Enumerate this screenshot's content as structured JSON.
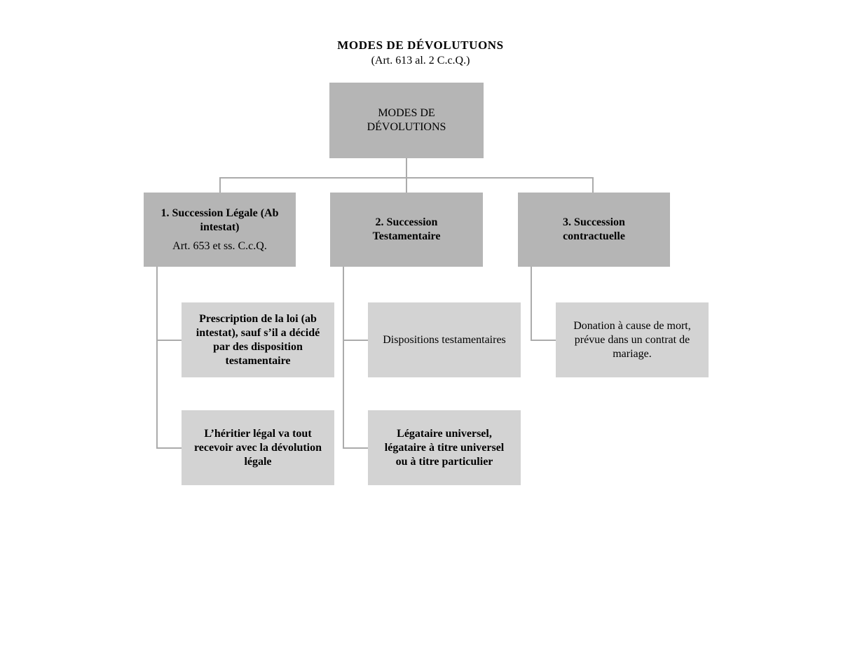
{
  "header": {
    "title": "MODES DE DÉVOLUTUONS",
    "subtitle": "(Art. 613 al. 2 C.c.Q.)"
  },
  "tree": {
    "root": {
      "label": "MODES DE\nDÉVOLUTIONS"
    },
    "branches": [
      {
        "title": "1. Succession Légale (Ab\nintestat)",
        "subtitle": "Art. 653 et ss. C.c.Q.",
        "children": [
          {
            "label": "Prescription de la loi (ab\nintestat), sauf s’il a décidé\npar des disposition\ntestamentaire"
          },
          {
            "label": "L’héritier légal va tout\nrecevoir avec la dévolution\nlégale"
          }
        ]
      },
      {
        "title": "2. Succession\nTestamentaire",
        "children": [
          {
            "label": "Dispositions testamentaires"
          },
          {
            "label": "Légataire universel,\nlégataire à titre universel\nou à titre particulier"
          }
        ]
      },
      {
        "title": "3. Succession\ncontractuelle",
        "children": [
          {
            "label": "Donation à cause de mort,\nprévue dans un contrat de\nmariage."
          }
        ]
      }
    ]
  },
  "colors": {
    "background": "#ffffff",
    "text": "#000000",
    "level_box_fill": "#b5b5b5",
    "child_box_fill": "#d3d3d3",
    "connector": "#ababab"
  }
}
